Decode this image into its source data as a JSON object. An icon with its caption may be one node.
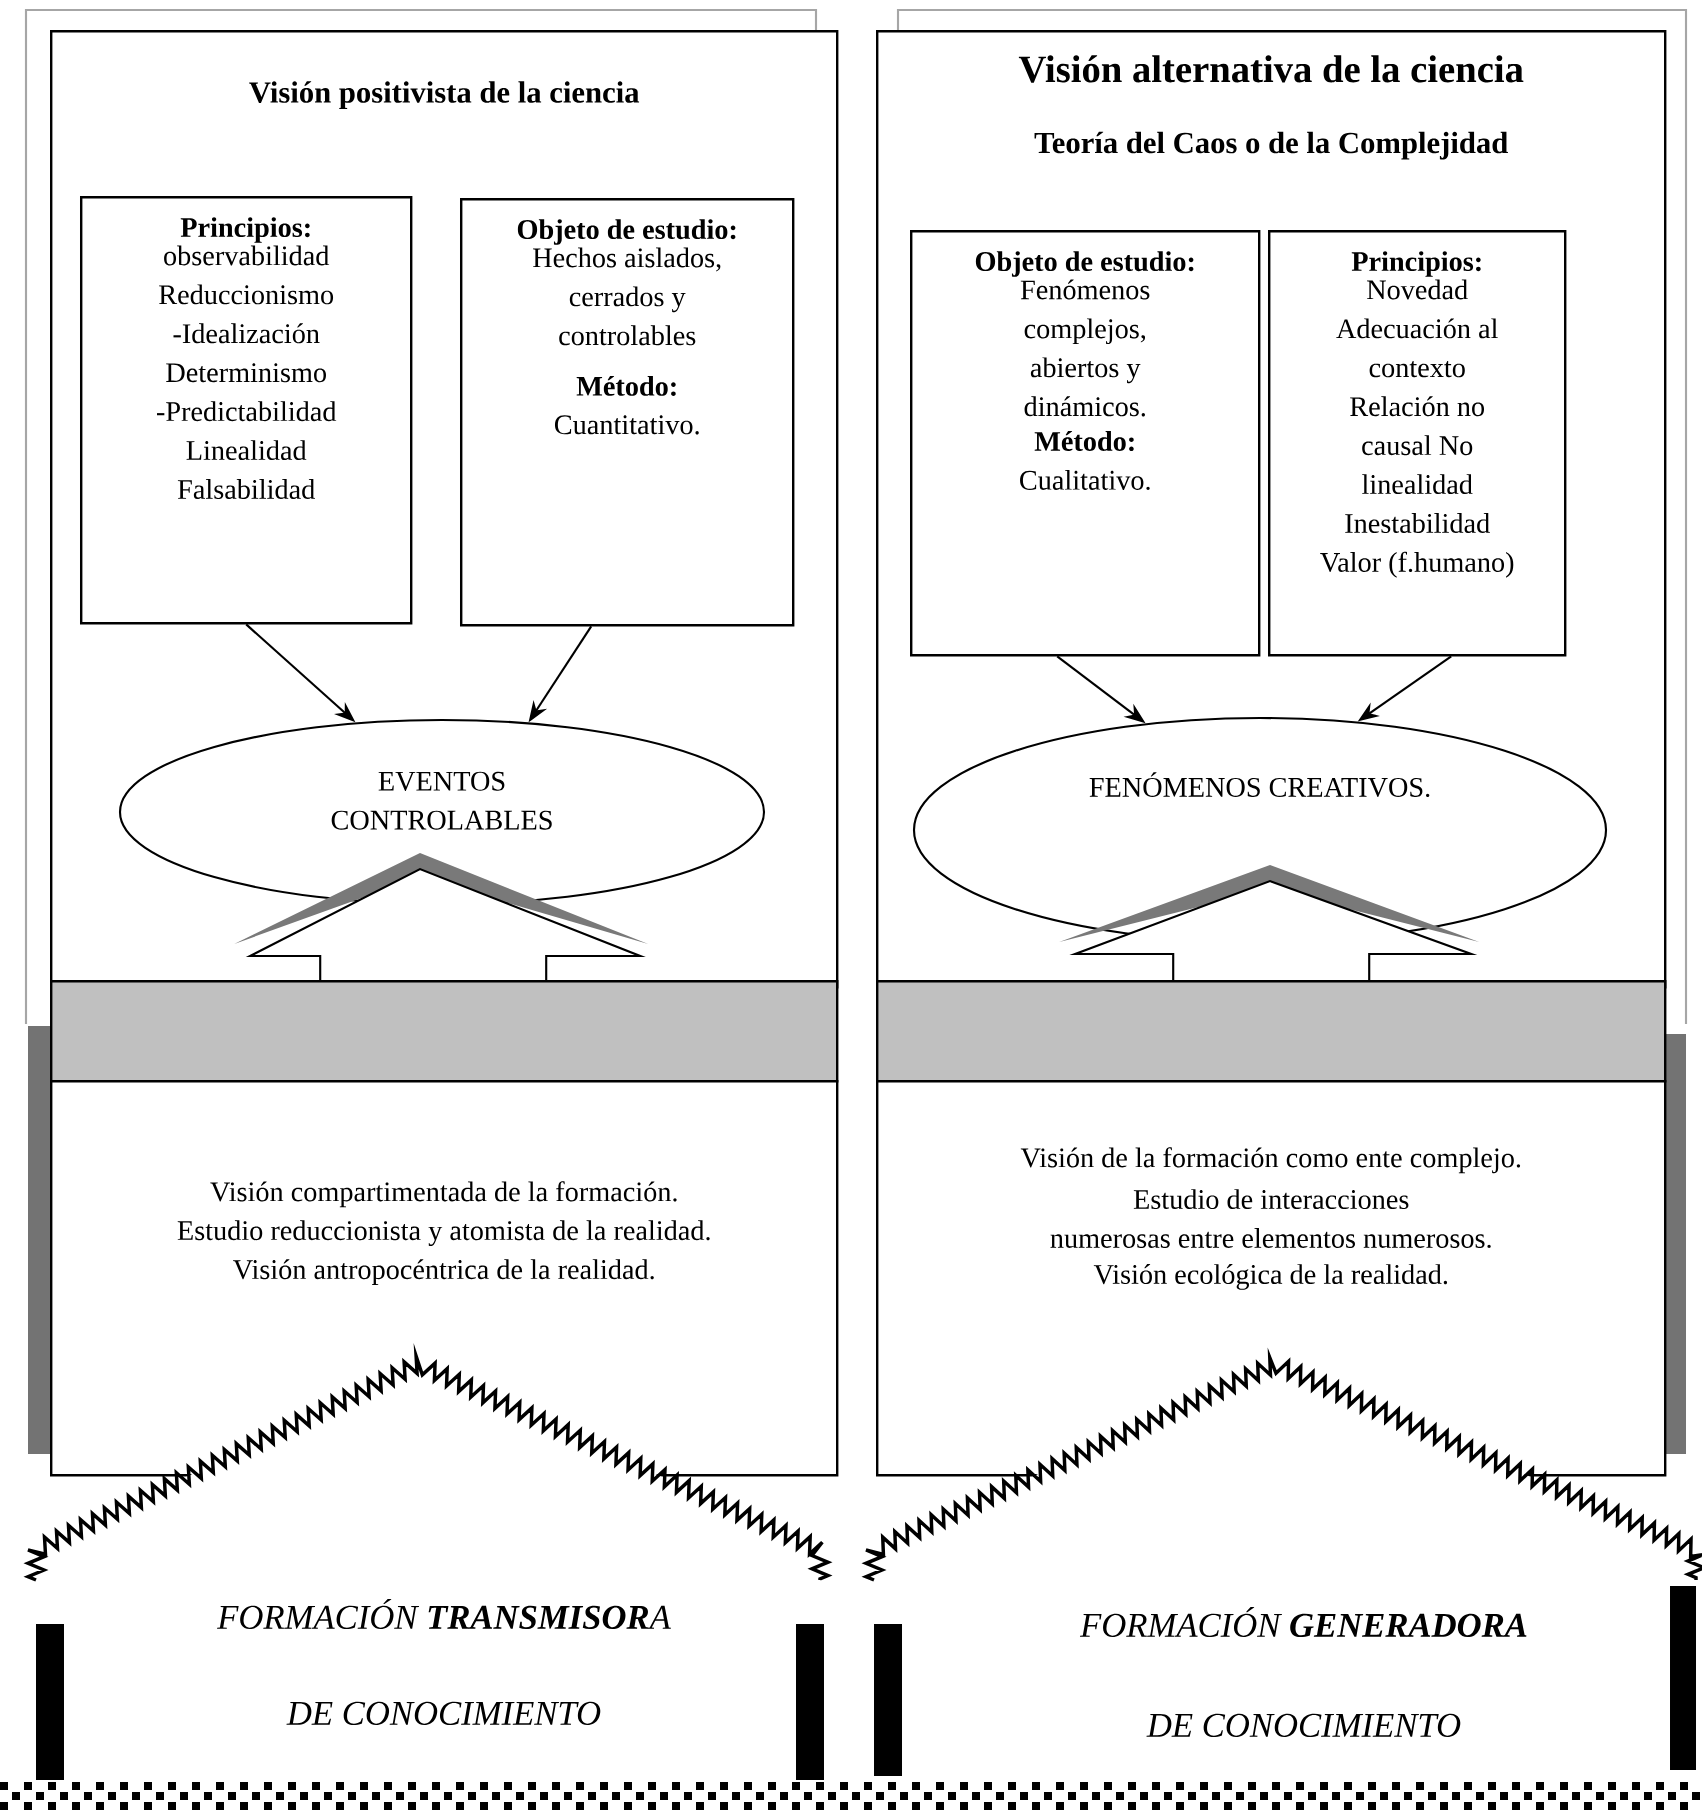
{
  "diagram": {
    "nodes": [
      {
        "text": [
          "Visión positivista de la ciencia"
        ]
      },
      {
        "text": [
          "Principios:",
          "observabilidad Reduccionismo -Idealización Determinismo -Predictabilidad Linealidad Falsabilidad"
        ],
        "in": 0
      },
      {
        "text": [
          "Objeto de estudio:",
          "Hechos aislados, cerrados y controlables",
          "Método:",
          "Cuantitativo."
        ],
        "in": 0
      },
      {
        "text": [
          "EVENTOS CONTROLABLES"
        ],
        "in": 0
      },
      {
        "text": [
          "Visión alternativa de la ciencia",
          "Teoría del Caos o de la Complejidad"
        ]
      },
      {
        "text": [
          "Objeto de estudio:",
          "Fenómenos complejos, abiertos y dinámicos.",
          "Método:",
          "Cualitativo."
        ],
        "in": 4
      },
      {
        "text": [
          "Principios:",
          "Novedad Adecuación al contexto Relación no causal No linealidad Inestabilidad Valor (f.humano)"
        ],
        "in": 4
      },
      {
        "text": [
          "FENÓMENOS CREATIVOS."
        ],
        "in": 4
      },
      {
        "text": [],
        "shape": "bar"
      },
      {
        "text": [],
        "shape": "bar"
      },
      {
        "text": [
          "Visión compartimentada de la formación.",
          "Estudio reduccionista y atomista de la realidad.",
          "Visión antropocéntrica de la realidad."
        ]
      },
      {
        "text": [
          "Visión de la formación como ente complejo.",
          "Estudio de interacciones",
          "numerosas entre elementos numerosos.",
          "Visión ecológica de la realidad."
        ]
      },
      {
        "text": [
          "FORMACIÓN **TRANSMISOR**A",
          "DE CONOCIMIENTO"
        ]
      },
      {
        "text": [
          "FORMACIÓN **GENERADORA**",
          "DE CONOCIMIENTO"
        ]
      }
    ],
    "edges": [
      {
        "from": 1,
        "to": 3,
        "arrow": "to"
      },
      {
        "from": 2,
        "to": 3,
        "arrow": "to"
      },
      {
        "from": 5,
        "to": 7,
        "arrow": "to"
      },
      {
        "from": 6,
        "to": 7,
        "arrow": "to"
      },
      {
        "from": 8,
        "to": 3,
        "arrow": "to",
        "style": "thick"
      },
      {
        "from": 9,
        "to": 7,
        "arrow": "to",
        "style": "thick"
      }
    ]
  }
}
